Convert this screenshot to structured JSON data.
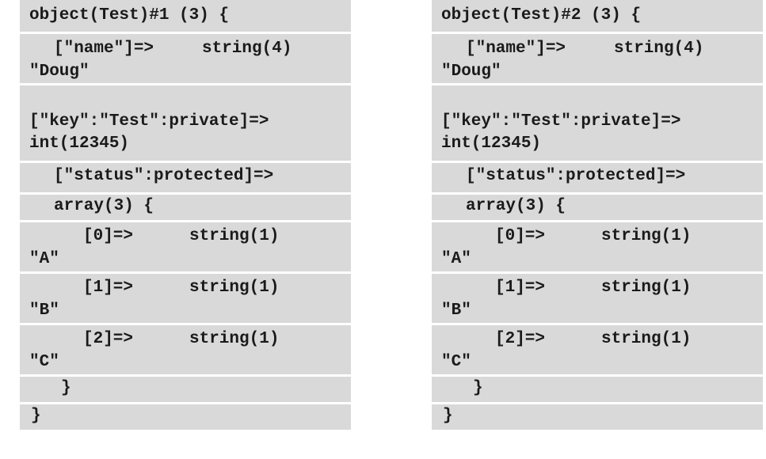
{
  "panels": [
    {
      "header": "object(Test)#1 (3) {",
      "name_key": "[\"name\"]=>",
      "name_type": "string(4)",
      "name_value": "\"Doug\"",
      "key_key": "[\"key\":\"Test\":private]=>",
      "key_value": "int(12345)",
      "status_key": "[\"status\":protected]=>",
      "array_open": "array(3) {",
      "items": [
        {
          "index": "[0]=>",
          "type": "string(1)",
          "value": "\"A\""
        },
        {
          "index": "[1]=>",
          "type": "string(1)",
          "value": "\"B\""
        },
        {
          "index": "[2]=>",
          "type": "string(1)",
          "value": "\"C\""
        }
      ],
      "array_close": "}",
      "object_close": "}"
    },
    {
      "header": "object(Test)#2 (3) {",
      "name_key": "[\"name\"]=>",
      "name_type": "string(4)",
      "name_value": "\"Doug\"",
      "key_key": "[\"key\":\"Test\":private]=>",
      "key_value": "int(12345)",
      "status_key": "[\"status\":protected]=>",
      "array_open": "array(3) {",
      "items": [
        {
          "index": "[0]=>",
          "type": "string(1)",
          "value": "\"A\""
        },
        {
          "index": "[1]=>",
          "type": "string(1)",
          "value": "\"B\""
        },
        {
          "index": "[2]=>",
          "type": "string(1)",
          "value": "\"C\""
        }
      ],
      "array_close": "}",
      "object_close": "}"
    }
  ]
}
